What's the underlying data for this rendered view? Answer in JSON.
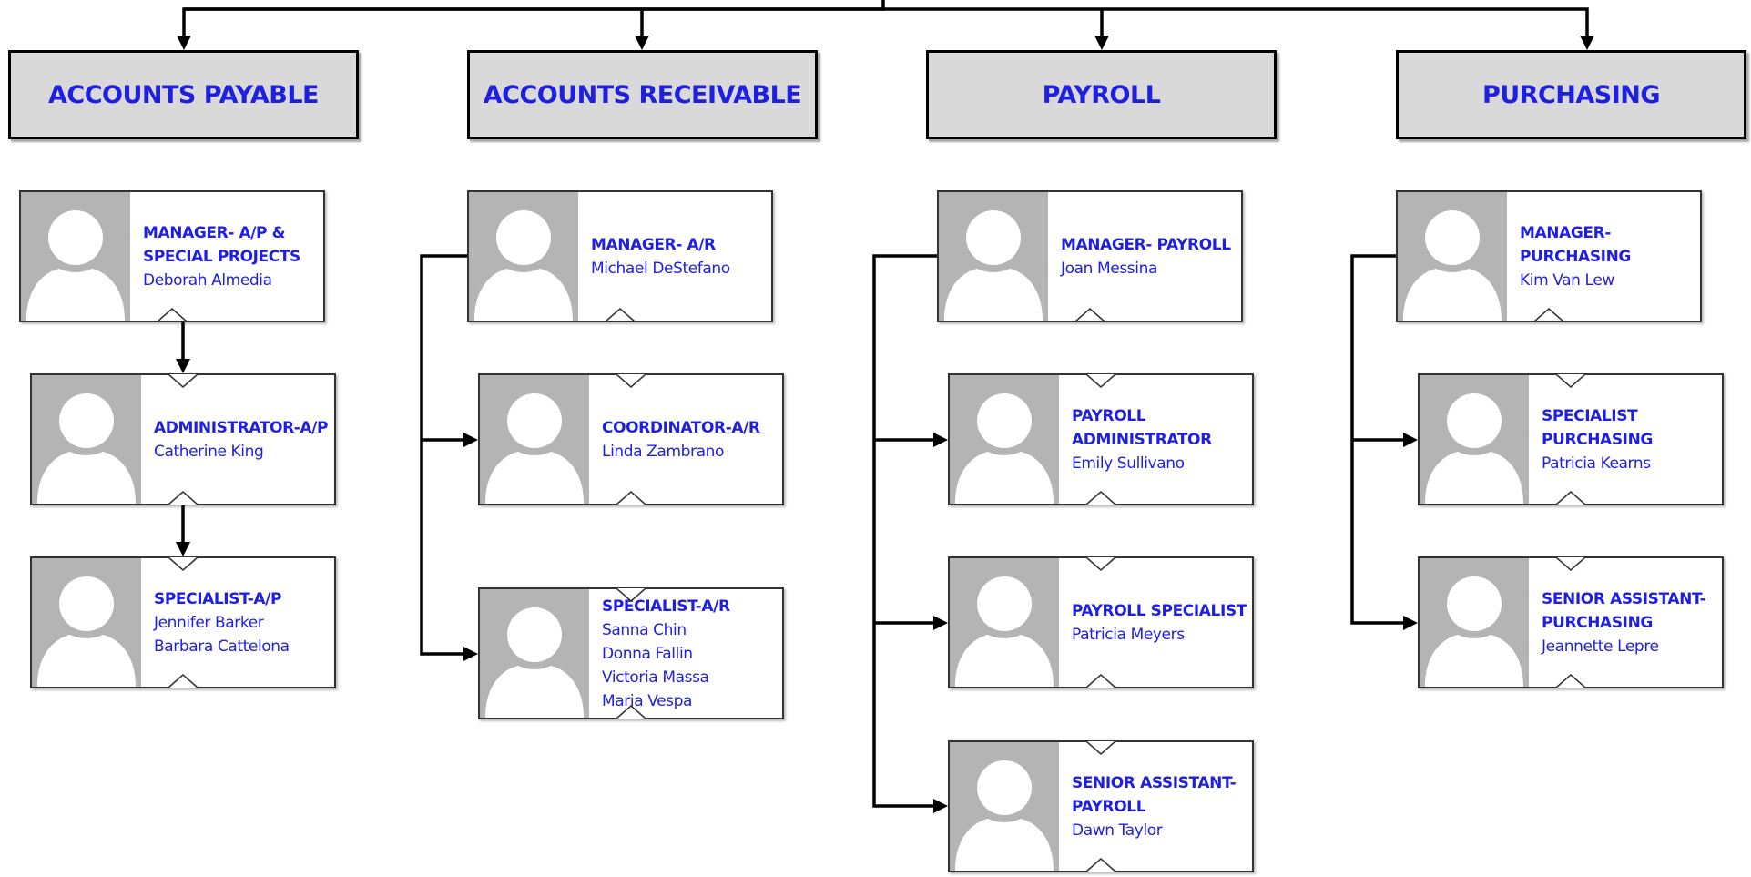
{
  "departments": [
    {
      "title": "ACCOUNTS PAYABLE",
      "positions": [
        {
          "role": [
            "MANAGER- A/P &",
            "SPECIAL PROJECTS"
          ],
          "names": [
            "Deborah Almedia"
          ]
        },
        {
          "role": [
            "ADMINISTRATOR-A/P"
          ],
          "names": [
            "Catherine King"
          ]
        },
        {
          "role": [
            "SPECIALIST-A/P"
          ],
          "names": [
            "Jennifer Barker",
            "Barbara Cattelona"
          ]
        }
      ]
    },
    {
      "title": "ACCOUNTS RECEIVABLE",
      "positions": [
        {
          "role": [
            "MANAGER- A/R"
          ],
          "names": [
            "Michael DeStefano"
          ]
        },
        {
          "role": [
            "COORDINATOR-A/R"
          ],
          "names": [
            "Linda Zambrano"
          ]
        },
        {
          "role": [
            "SPECIALIST-A/R"
          ],
          "names": [
            "Sanna Chin",
            "Donna Fallin",
            "Victoria Massa",
            "Maria Vespa"
          ]
        }
      ]
    },
    {
      "title": "PAYROLL",
      "positions": [
        {
          "role": [
            "MANAGER- PAYROLL"
          ],
          "names": [
            "Joan Messina"
          ]
        },
        {
          "role": [
            "PAYROLL",
            "ADMINISTRATOR"
          ],
          "names": [
            "Emily Sullivano"
          ]
        },
        {
          "role": [
            "PAYROLL SPECIALIST"
          ],
          "names": [
            "Patricia Meyers"
          ]
        },
        {
          "role": [
            "SENIOR ASSISTANT-",
            "PAYROLL"
          ],
          "names": [
            "Dawn Taylor"
          ]
        }
      ]
    },
    {
      "title": "PURCHASING",
      "positions": [
        {
          "role": [
            "MANAGER-PURCHASING"
          ],
          "names": [
            "Kim Van Lew"
          ]
        },
        {
          "role": [
            "SPECIALIST",
            "PURCHASING"
          ],
          "names": [
            "Patricia Kearns"
          ]
        },
        {
          "role": [
            "SENIOR ASSISTANT-",
            "PURCHASING"
          ],
          "names": [
            "Jeannette Lepre"
          ]
        }
      ]
    }
  ],
  "colors": {
    "text": "#1f1fe0",
    "dept_fill": "#d9d9d9",
    "photo_bg": "#b4b4b4",
    "line": "#000000"
  },
  "icons": {
    "photo": "avatar-placeholder-icon",
    "connector_arrow": "arrowhead-icon"
  }
}
